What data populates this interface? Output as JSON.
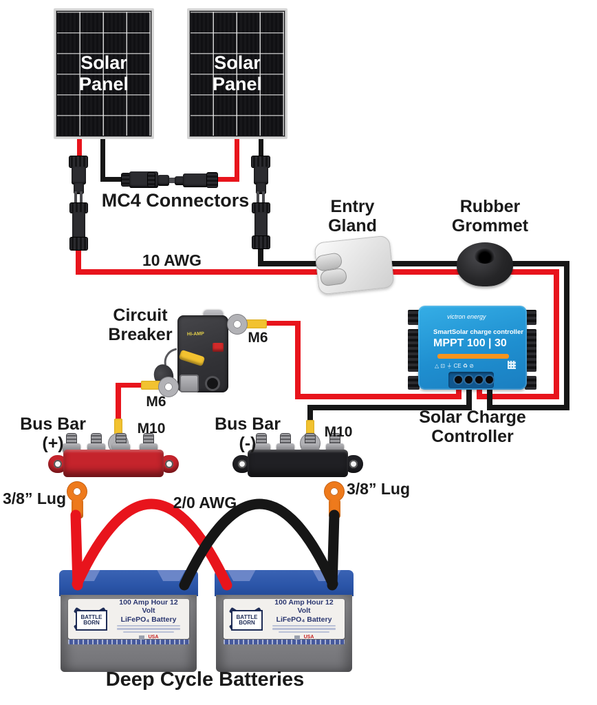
{
  "colors": {
    "wire_red": "#e8141c",
    "wire_black": "#161616",
    "terminal_yellow": "#f2c230",
    "lug_orange": "#ee7a1c",
    "victron_blue": "#2196d4",
    "victron_orange": "#f7941d",
    "busbar_red": "#c5242c",
    "busbar_black": "#202024",
    "battery_blue": "#2b55a8"
  },
  "labels": {
    "solar_panel": "Solar Panel",
    "mc4": "MC4 Connectors",
    "awg10": "10 AWG",
    "entry_gland": "Entry Gland",
    "rubber_grommet": "Rubber Grommet",
    "circuit_breaker": "Circuit Breaker",
    "m6": "M6",
    "m10": "M10",
    "bus_bar": "Bus Bar",
    "bus_bar_pos": "(+)",
    "bus_bar_neg": "(-)",
    "lug": "3/8” Lug",
    "awg20": "2/0 AWG",
    "solar_charge_controller": "Solar Charge Controller",
    "deep_cycle": "Deep Cycle Batteries"
  },
  "controller": {
    "brand": "victron energy",
    "product": "SmartSolar charge controller",
    "model": "MPPT 100 | 30",
    "cert_icons": "△ ⊡ ⏚ CE ♻ ⊘"
  },
  "breaker": {
    "marking": "HI-AMP"
  },
  "battery": {
    "brand_line1": "BATTLE",
    "brand_line2": "BORN",
    "spec_line1": "100 Amp Hour 12 Volt",
    "spec_line2": "LiFePO₄ Battery",
    "origin": "USA"
  }
}
